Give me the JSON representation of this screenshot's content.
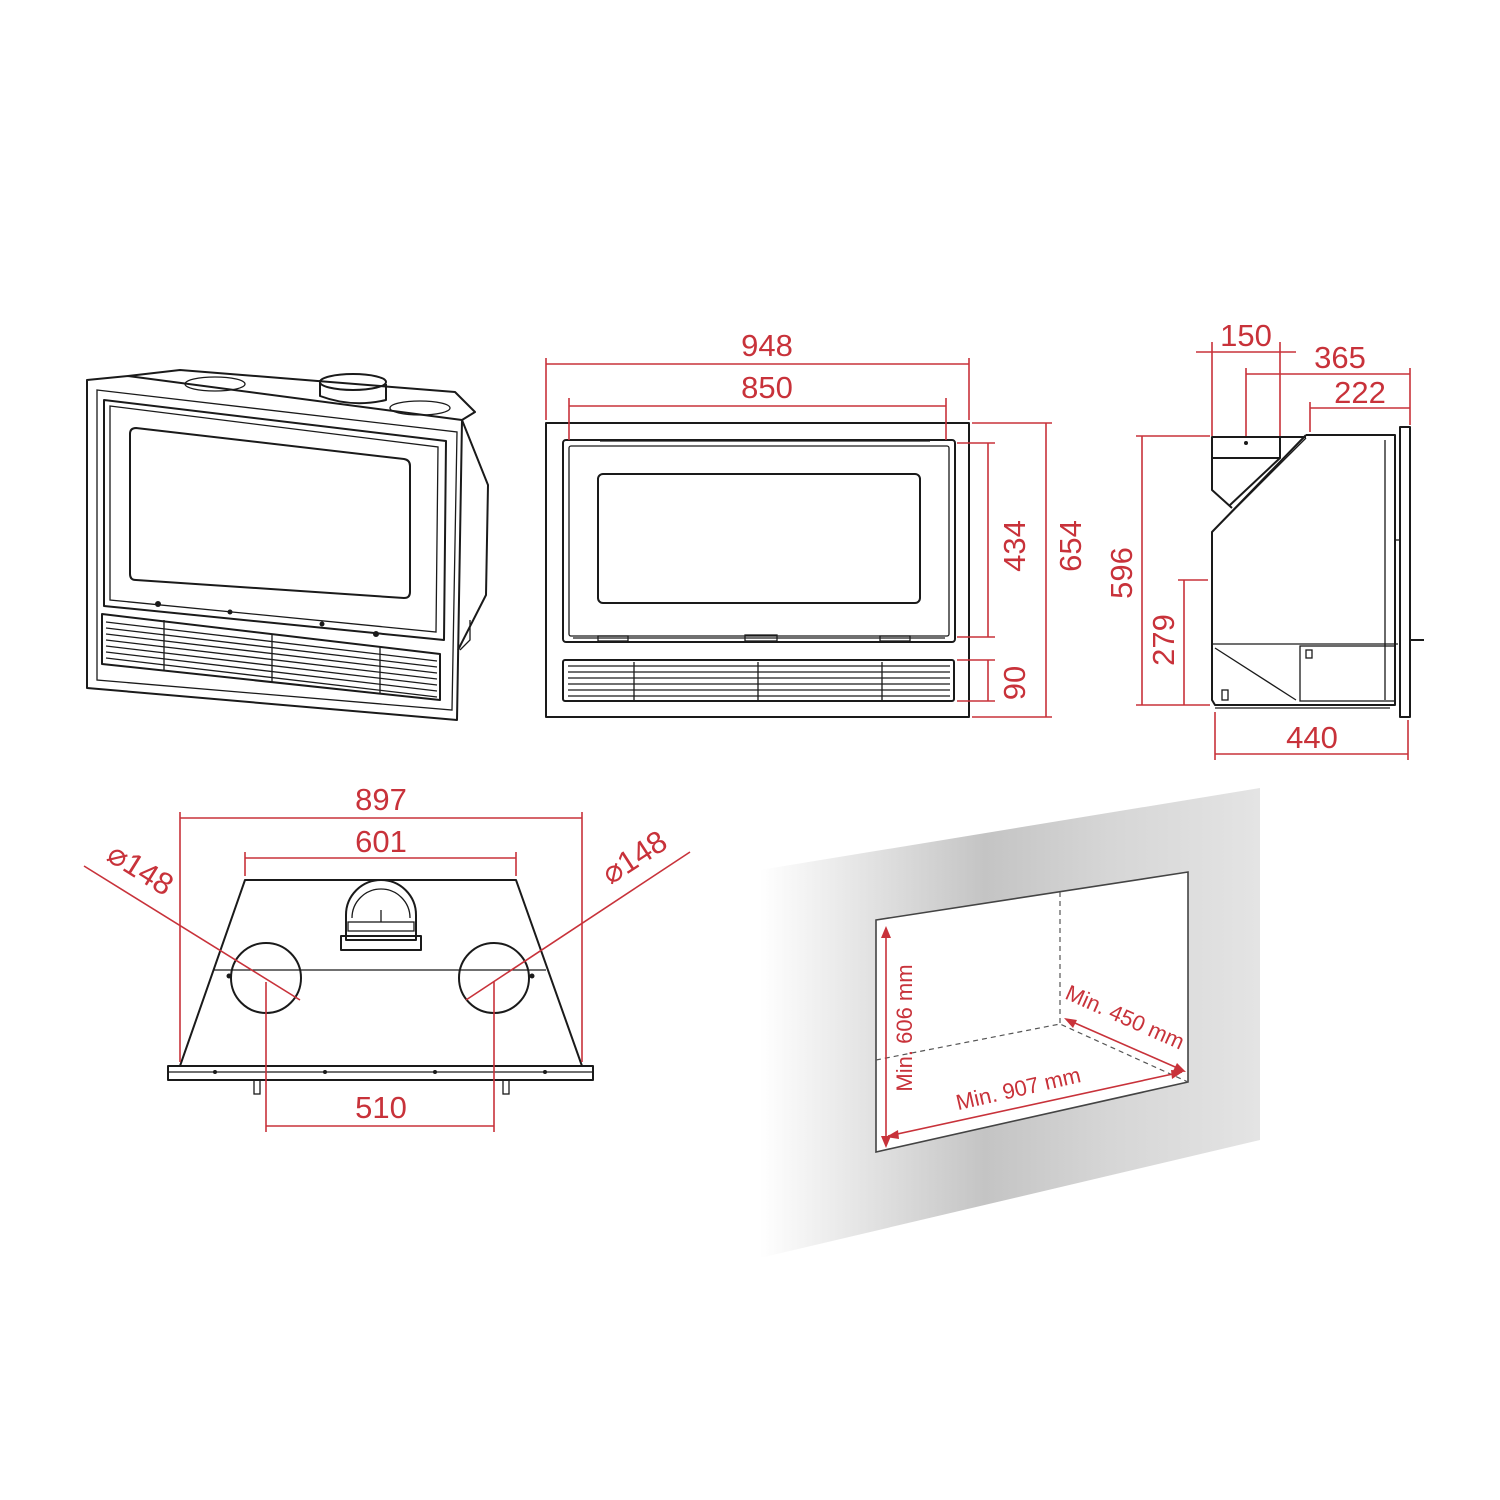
{
  "colors": {
    "line": "#1a1a1a",
    "dimension": "#c8323a",
    "wall_light": "#ffffff",
    "wall_mid": "#c2c2c2",
    "background": "#ffffff"
  },
  "front_view": {
    "overall_width": "948",
    "inner_width": "850",
    "glass_height": "434",
    "overall_height": "654",
    "grille_height": "90"
  },
  "side_view": {
    "flue_width": "150",
    "top_depth": "365",
    "top_back": "222",
    "height": "596",
    "inlet_height": "279",
    "depth": "440"
  },
  "top_view": {
    "overall_width": "897",
    "top_width": "601",
    "duct_left": "⌀148",
    "duct_right": "⌀148",
    "duct_spacing": "510"
  },
  "niche": {
    "min_height": "Min. 606 mm",
    "min_width": "Min. 907 mm",
    "min_depth": "Min. 450 mm"
  }
}
